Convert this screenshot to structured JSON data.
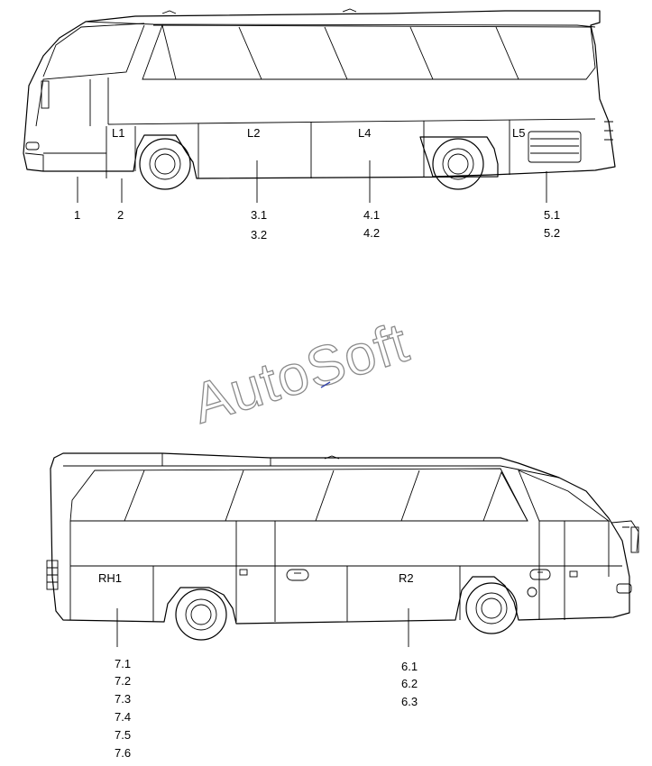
{
  "watermark": "AutoSoft",
  "left_view": {
    "compartments": [
      "L1",
      "L2",
      "L4",
      "L5"
    ],
    "callouts": [
      "1",
      "2",
      "3.1",
      "3.2",
      "4.1",
      "4.2",
      "5.1",
      "5.2"
    ]
  },
  "right_view": {
    "compartments": [
      "RH1",
      "R2"
    ],
    "callouts": [
      "7.1",
      "7.2",
      "7.3",
      "7.4",
      "7.5",
      "7.6",
      "6.1",
      "6.2",
      "6.3"
    ]
  }
}
